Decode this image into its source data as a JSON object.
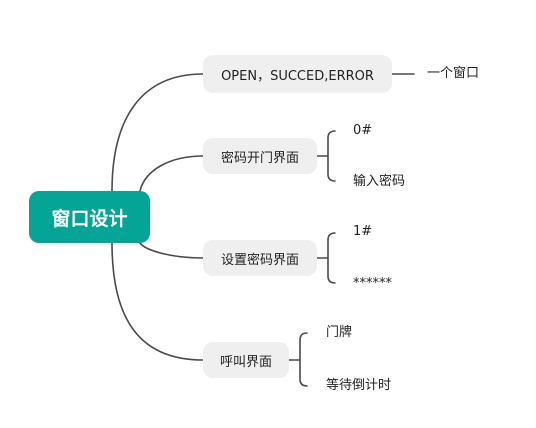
{
  "root": {
    "label": "窗口设计",
    "color": "#04a596"
  },
  "branches": [
    {
      "label": "OPEN，SUCCED,ERROR",
      "children": [
        "一个窗口"
      ]
    },
    {
      "label": "密码开门界面",
      "children": [
        "0#",
        "输入密码"
      ]
    },
    {
      "label": "设置密码界面",
      "children": [
        "1#",
        "******"
      ]
    },
    {
      "label": "呼叫界面",
      "children": [
        "门牌",
        "等待倒计时"
      ]
    }
  ]
}
